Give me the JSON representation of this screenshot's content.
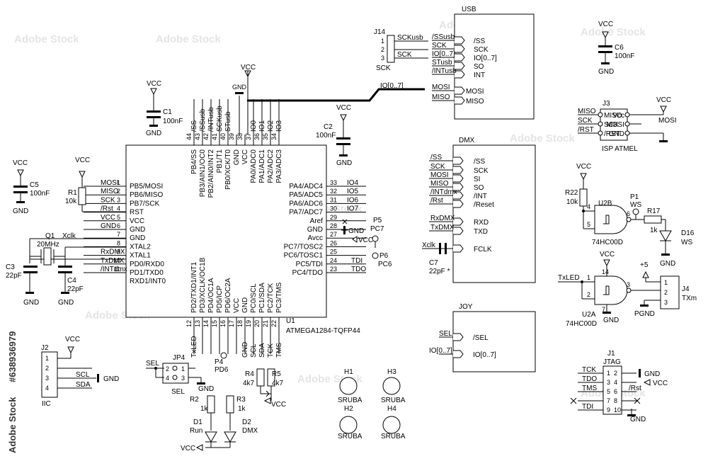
{
  "watermark": {
    "text": "Adobe Stock",
    "id": "#638936979"
  },
  "mcu": {
    "ref": "U1",
    "part": "ATMEGA1284-TQFP44",
    "left_pins": [
      {
        "num": "1",
        "name": "PB5/MOSI",
        "net": "MOSI"
      },
      {
        "num": "2",
        "name": "PB6/MISO",
        "net": "MISO"
      },
      {
        "num": "3",
        "name": "PB7/SCK",
        "net": "SCK"
      },
      {
        "num": "4",
        "name": "RST",
        "net": "/Rst"
      },
      {
        "num": "5",
        "name": "VCC",
        "net": "VCC"
      },
      {
        "num": "6",
        "name": "GND",
        "net": "GND"
      },
      {
        "num": "7",
        "name": "GND",
        "net": ""
      },
      {
        "num": "8",
        "name": "XTAL2",
        "net": "Xclk"
      },
      {
        "num": "9",
        "name": "XTAL1",
        "net": "RxDMX"
      },
      {
        "num": "10",
        "name": "PD0/RXD0",
        "net": "TxDMX"
      },
      {
        "num": "11",
        "name": "PD1/TXD0",
        "net": "/INTdmx"
      },
      {
        "name": "RXD1/INT0"
      }
    ],
    "top_pins": [
      {
        "num": "44",
        "name": "PB4/SS",
        "net": "/SS"
      },
      {
        "num": "43",
        "name": "PB3/AIN1/OC0",
        "net": "/SSusb"
      },
      {
        "num": "42",
        "name": "PB2/AIN0/INT2",
        "net": "/INTusb"
      },
      {
        "num": "41",
        "name": "PB1/T1",
        "net": "SCKusb"
      },
      {
        "num": "40",
        "name": "PB0/XCK/T0",
        "net": "STusb"
      },
      {
        "num": "39",
        "name": "GND"
      },
      {
        "num": "38",
        "name": "VCC"
      },
      {
        "num": "37",
        "name": "PA0/ADC0",
        "net": "IO0"
      },
      {
        "num": "36",
        "name": "PA1/ADC1",
        "net": "IO1"
      },
      {
        "num": "35",
        "name": "PA2/ADC2",
        "net": "IO2"
      },
      {
        "num": "34",
        "name": "PA3/ADC3",
        "net": "IO3"
      }
    ],
    "right_pins": [
      {
        "num": "33",
        "name": "PA4/ADC4",
        "net": "IO4"
      },
      {
        "num": "32",
        "name": "PA5/ADC5",
        "net": "IO5"
      },
      {
        "num": "31",
        "name": "PA6/ADC6",
        "net": "IO6"
      },
      {
        "num": "30",
        "name": "PA7/ADC7",
        "net": "IO7"
      },
      {
        "num": "29",
        "name": "Aref",
        "net": ""
      },
      {
        "num": "28",
        "name": "GND",
        "net": "GND"
      },
      {
        "num": "27",
        "name": "Avcc",
        "net": "VCC"
      },
      {
        "num": "26",
        "name": "PC7/TOSC2",
        "net": ""
      },
      {
        "num": "25",
        "name": "PC6/TOSC1",
        "net": ""
      },
      {
        "num": "24",
        "name": "PC5/TDI",
        "net": "TDI"
      },
      {
        "num": "23",
        "name": "PC4/TDO",
        "net": "TDO"
      }
    ],
    "bottom_pins": [
      {
        "num": "12",
        "name": "PD2/TXD1/INT1",
        "net": "TxLED"
      },
      {
        "num": "13",
        "name": "PD3/XCLK/OC1B",
        "net": ""
      },
      {
        "num": "14",
        "name": "PD4/OC1A",
        "net": ""
      },
      {
        "num": "15",
        "name": "PD5/ICP",
        "net": ""
      },
      {
        "num": "16",
        "name": "PD6/OC2A",
        "net": ""
      },
      {
        "num": "17",
        "name": "VCC",
        "net": ""
      },
      {
        "num": "18",
        "name": "GND",
        "net": "GND"
      },
      {
        "num": "19",
        "name": "PC0/SCL",
        "net": "SCL"
      },
      {
        "num": "20",
        "name": "PC1/SDA",
        "net": "SDA"
      },
      {
        "num": "21",
        "name": "PC2/TCK",
        "net": "TCK"
      },
      {
        "num": "22",
        "name": "PC3/TMS",
        "net": "TMS"
      }
    ]
  },
  "bus_label": "IO[0..7]",
  "usb": {
    "title": "USB",
    "pins": [
      "/SS",
      "SCK",
      "IO[0..7]",
      "SO",
      "INT",
      "MOSI",
      "MISO"
    ],
    "nets": [
      "/SSusb",
      "SCK",
      "IO[0..7]",
      "STusb",
      "/INTusb",
      "MOSI",
      "MISO"
    ]
  },
  "j14": {
    "ref": "J14",
    "label": "SCK",
    "pins": [
      "1",
      "2",
      "3"
    ],
    "nets": [
      "SCKusb",
      "",
      "SCK"
    ]
  },
  "dmx": {
    "title": "DMX",
    "pins": [
      "/SS",
      "SCK",
      "SI",
      "SO",
      "/INT",
      "/Reset",
      "RXD",
      "TXD",
      "FCLK"
    ],
    "nets": [
      "/SS",
      "SCK",
      "MOSI",
      "MISO",
      "/INTdmx",
      "/Rst",
      "RxDMX",
      "TxDMX",
      "Xclk"
    ]
  },
  "c7": {
    "ref": "C7",
    "value": "22pF *"
  },
  "joy": {
    "title": "JOY",
    "pins": [
      "/SEL",
      "IO[0..7]"
    ],
    "nets": [
      "SEL",
      "IO[0..7]"
    ]
  },
  "isp": {
    "ref": "J3",
    "title": "ISP ATMEL",
    "left": [
      "MISO",
      "SCK",
      "/RST"
    ],
    "right": [
      "Vcc",
      "MOSI",
      "GND"
    ],
    "nets_l": [
      "MISO",
      "SCK",
      "/RST"
    ],
    "nets_r": [
      "VCC",
      "MOSI",
      "GND"
    ]
  },
  "caps": {
    "c1": {
      "ref": "C1",
      "value": "100nF"
    },
    "c2": {
      "ref": "C2",
      "value": "100nF"
    },
    "c3": {
      "ref": "C3",
      "value": "22pF"
    },
    "c4": {
      "ref": "C4",
      "value": "22pF"
    },
    "c5": {
      "ref": "C5",
      "value": "100nF"
    },
    "c6": {
      "ref": "C6",
      "value": "100nF"
    }
  },
  "crystal": {
    "ref": "Q1",
    "value": "20MHz",
    "net": "Xclk"
  },
  "r1": {
    "ref": "R1",
    "value": "10k"
  },
  "r2": {
    "ref": "R2",
    "value": "1k"
  },
  "r3": {
    "ref": "R3",
    "value": "1k"
  },
  "r4": {
    "ref": "R4",
    "value": "4k7"
  },
  "r5": {
    "ref": "R5",
    "value": "4k7"
  },
  "r17": {
    "ref": "R17",
    "value": "1k"
  },
  "r22": {
    "ref": "R22",
    "value": "10k"
  },
  "d1": {
    "ref": "D1",
    "value": "Run"
  },
  "d2": {
    "ref": "D2",
    "value": "DMX"
  },
  "d16": {
    "ref": "D16",
    "value": "WS"
  },
  "p1": {
    "ref": "P1",
    "value": "WS"
  },
  "p4": {
    "ref": "P4",
    "value": "PD6"
  },
  "p5": {
    "ref": "P5",
    "value": "PC7"
  },
  "p6": {
    "ref": "P6",
    "value": "PC6"
  },
  "jp4": {
    "ref": "JP4",
    "label": "SEL",
    "net": "SEL",
    "pins": [
      "2",
      "1",
      "4",
      "3"
    ]
  },
  "j2": {
    "ref": "J2",
    "label": "IIC",
    "pins": [
      "1",
      "2",
      "3",
      "4"
    ],
    "nets": [
      "VCC",
      "SCL",
      "SDA",
      "GND"
    ]
  },
  "j4": {
    "ref": "J4",
    "label": "TXm",
    "pins": [
      "1",
      "2",
      "3"
    ],
    "power": "+5",
    "gnd": "PGND"
  },
  "u2b": {
    "ref": "U2B",
    "part": "74HC00D",
    "pins": [
      "4",
      "5",
      "6"
    ]
  },
  "u2a": {
    "ref": "U2A",
    "part": "74HC00D",
    "pins": [
      "1",
      "2",
      "3",
      "14",
      "7"
    ],
    "net": "TxLED"
  },
  "jtag": {
    "ref": "J1",
    "title": "JTAG",
    "left": [
      "TCK",
      "TDO",
      "TMS",
      "",
      "TDI"
    ],
    "lpins": [
      "1",
      "3",
      "5",
      "7",
      "9"
    ],
    "rpins": [
      "2",
      "4",
      "6",
      "8",
      "10"
    ],
    "right": [
      "GND",
      "VCC",
      "/Rst",
      "",
      ""
    ]
  },
  "holes": [
    {
      "ref": "H1",
      "label": "SRUBA"
    },
    {
      "ref": "H2",
      "label": "SRUBA"
    },
    {
      "ref": "H3",
      "label": "SRUBA"
    },
    {
      "ref": "H4",
      "label": "SRUBA"
    }
  ],
  "power": {
    "vcc": "VCC",
    "gnd": "GND"
  }
}
